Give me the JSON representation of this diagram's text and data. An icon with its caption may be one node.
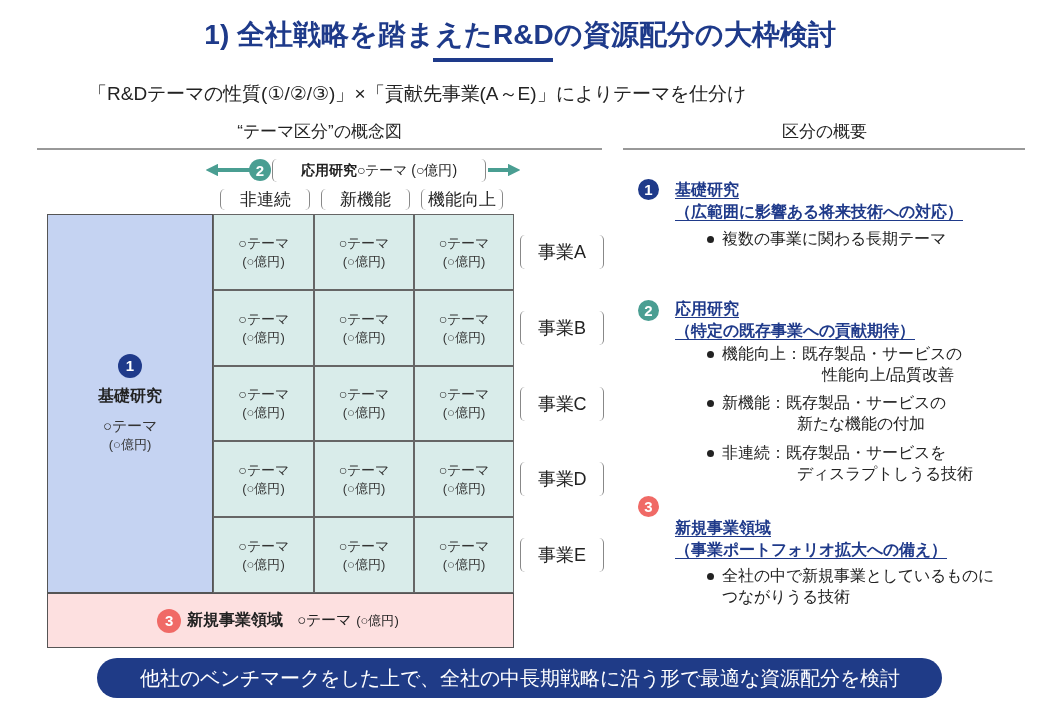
{
  "diagram": {
    "title": "1) 全社戦略を踏まえたR&Dの資源配分の大枠検討",
    "nodes": [
      {
        "text": [
          "2"
        ]
      },
      {
        "text": [
          "基礎研究",
          "○テーマ",
          "(○億円)"
        ]
      },
      {
        "text": [
          "1"
        ],
        "in": 1
      },
      {
        "text": [
          "○テーマ",
          "(○億円)"
        ]
      },
      {
        "text": [
          "○テーマ",
          "(○億円)"
        ]
      },
      {
        "text": [
          "○テーマ",
          "(○億円)"
        ]
      },
      {
        "text": [
          "○テーマ",
          "(○億円)"
        ]
      },
      {
        "text": [
          "○テーマ",
          "(○億円)"
        ]
      },
      {
        "text": [
          "○テーマ",
          "(○億円)"
        ]
      },
      {
        "text": [
          "○テーマ",
          "(○億円)"
        ]
      },
      {
        "text": [
          "○テーマ",
          "(○億円)"
        ]
      },
      {
        "text": [
          "○テーマ",
          "(○億円)"
        ]
      },
      {
        "text": [
          "○テーマ",
          "(○億円)"
        ]
      },
      {
        "text": [
          "○テーマ",
          "(○億円)"
        ]
      },
      {
        "text": [
          "○テーマ",
          "(○億円)"
        ]
      },
      {
        "text": [
          "○テーマ",
          "(○億円)"
        ]
      },
      {
        "text": [
          "○テーマ",
          "(○億円)"
        ]
      },
      {
        "text": [
          "○テーマ",
          "(○億円)"
        ]
      },
      {
        "text": [
          "新規事業領域",
          "○テーマ",
          "(○億円)"
        ]
      },
      {
        "text": [
          "3"
        ],
        "in": 18
      },
      {
        "text": [
          "1"
        ]
      },
      {
        "text": [
          "2"
        ]
      },
      {
        "text": [
          "3"
        ]
      },
      {
        "text": [
          "他社のベンチマークをした上で、全社の中長期戦略に沿う形で最適な資源配分を検討"
        ]
      }
    ],
    "labels": [
      "「R&Dテーマの性質(①/②/③)」×「貢献先事業(A～E)」によりテーマを仕分け",
      "“テーマ区分”の概念図",
      "区分の概要",
      "**応用研究**○テーマ (○億円)",
      "非連続",
      "新機能",
      "機能向上",
      "事業A",
      "事業B",
      "事業C",
      "事業D",
      "事業E",
      "基礎研究",
      "（広範囲に影響ある将来技術への対応）",
      "複数の事業に関わる長期テーマ",
      "応用研究",
      "（特定の既存事業への貢献期待）",
      "機能向上：既存製品・サービスの",
      "性能向上/品質改善",
      "新機能：既存製品・サービスの",
      "新たな機能の付加",
      "非連続：既存製品・サービスを",
      "ディスラプトしうる技術",
      "新規事業領域",
      "（事業ポートフォリオ拡大への備え）",
      "全社の中で新規事業としているものに",
      "つながりうる技術"
    ]
  }
}
